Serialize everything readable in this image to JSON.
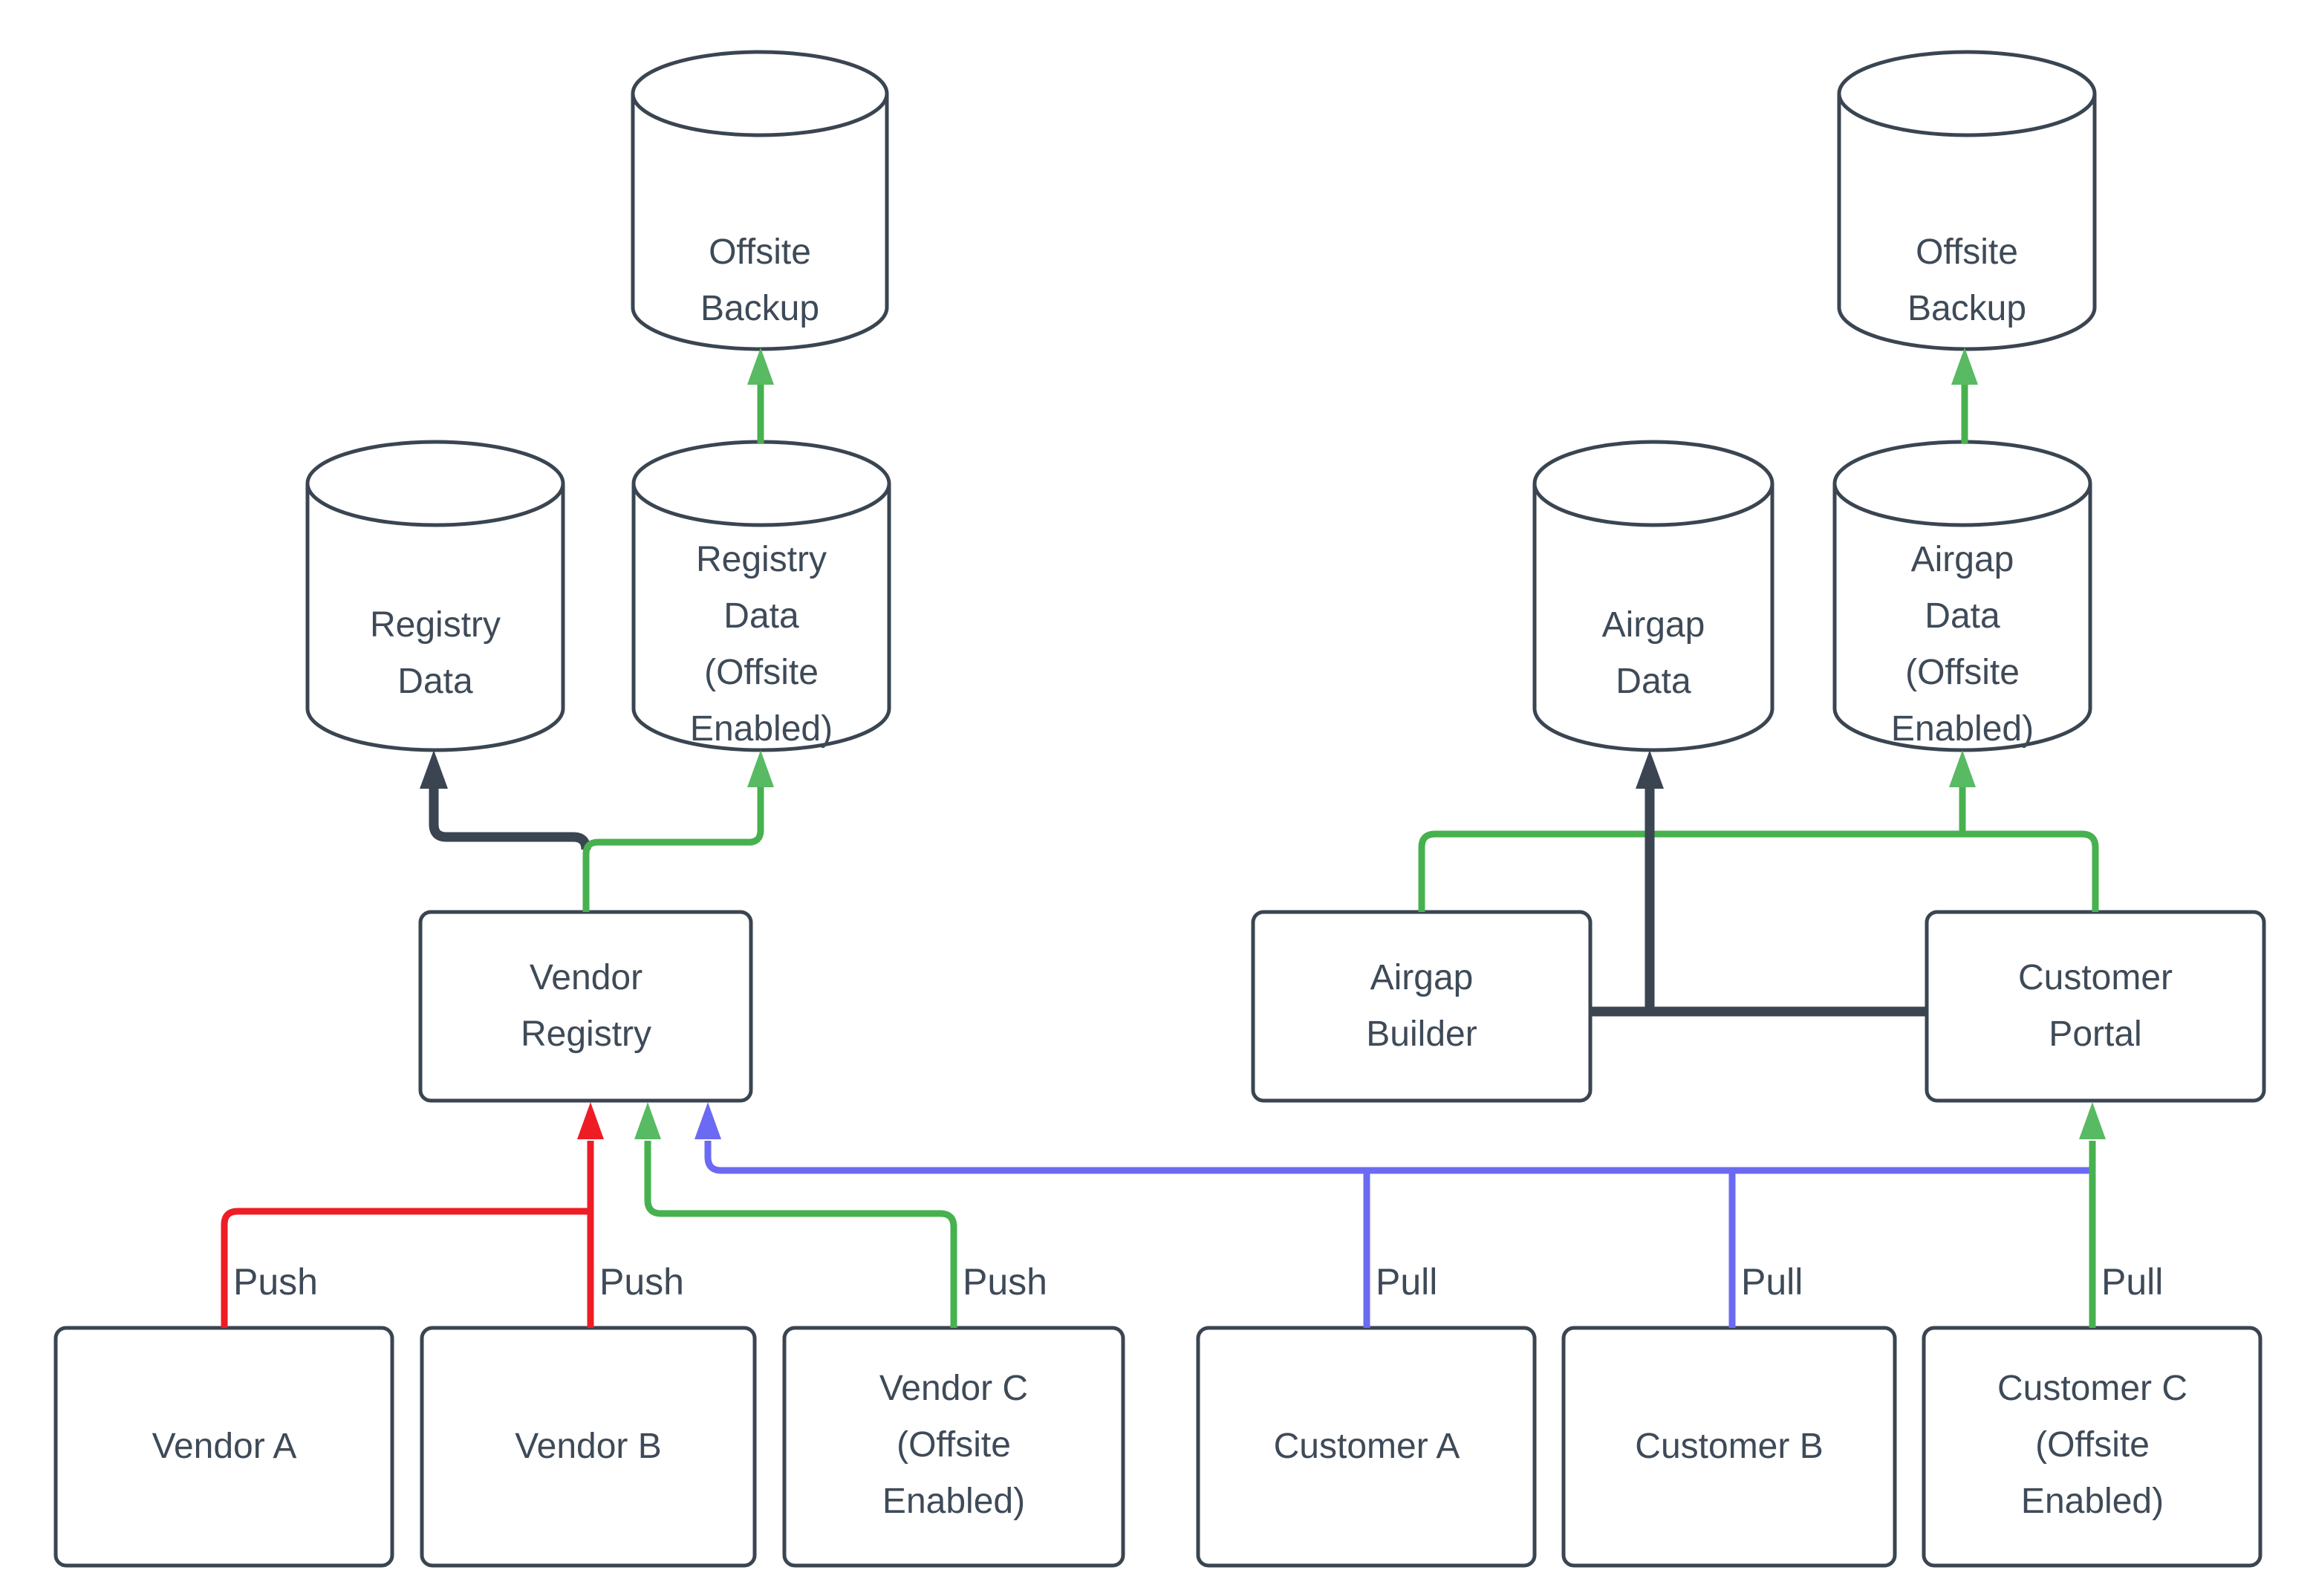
{
  "diagram": {
    "background": "#ffffff",
    "colors": {
      "node_outline": "#3a4551",
      "label_text": "#3e4a57",
      "push_red": "#ee1c25",
      "pull_blue": "#6a6af2",
      "offsite_green": "#47b14f",
      "green_arrowhead": "#58ba62",
      "dark_edge": "#3a4551"
    },
    "nodes": {
      "offsite_backup_left": {
        "type": "database",
        "label": "Offsite\nBackup"
      },
      "registry_data": {
        "type": "database",
        "label": "Registry\nData"
      },
      "registry_data_offsite": {
        "type": "database",
        "label": "Registry\nData\n(Offsite\nEnabled)"
      },
      "vendor_registry": {
        "type": "process",
        "label": "Vendor\nRegistry"
      },
      "vendor_a": {
        "type": "process",
        "label": "Vendor A"
      },
      "vendor_b": {
        "type": "process",
        "label": "Vendor B"
      },
      "vendor_c": {
        "type": "process",
        "label": "Vendor C\n(Offsite\nEnabled)"
      },
      "offsite_backup_right": {
        "type": "database",
        "label": "Offsite\nBackup"
      },
      "airgap_data": {
        "type": "database",
        "label": "Airgap\nData"
      },
      "airgap_data_offsite": {
        "type": "database",
        "label": "Airgap\nData\n(Offsite\nEnabled)"
      },
      "airgap_builder": {
        "type": "process",
        "label": "Airgap\nBuilder"
      },
      "customer_portal": {
        "type": "process",
        "label": "Customer\nPortal"
      },
      "customer_a": {
        "type": "process",
        "label": "Customer A"
      },
      "customer_b": {
        "type": "process",
        "label": "Customer B"
      },
      "customer_c": {
        "type": "process",
        "label": "Customer C\n(Offsite\nEnabled)"
      }
    },
    "edge_labels": {
      "vendor_a_push": "Push",
      "vendor_b_push": "Push",
      "vendor_c_push": "Push",
      "customer_a_pull": "Pull",
      "customer_b_pull": "Pull",
      "customer_c_pull": "Pull"
    },
    "edges": [
      {
        "from": "Vendor A",
        "to": "Vendor Registry",
        "label": "Push",
        "color": "red"
      },
      {
        "from": "Vendor B",
        "to": "Vendor Registry",
        "label": "Push",
        "color": "red"
      },
      {
        "from": "Vendor C (Offsite Enabled)",
        "to": "Vendor Registry",
        "label": "Push",
        "color": "green"
      },
      {
        "from": "Customer A",
        "to": "Vendor Registry",
        "label": "Pull",
        "color": "blue"
      },
      {
        "from": "Customer B",
        "to": "Vendor Registry",
        "label": "Pull",
        "color": "blue"
      },
      {
        "from": "Customer C (Offsite Enabled)",
        "to": "Customer Portal",
        "label": "Pull",
        "color": "green"
      },
      {
        "from": "Vendor Registry",
        "to": "Registry Data",
        "label": "",
        "color": "dark"
      },
      {
        "from": "Vendor Registry",
        "to": "Registry Data (Offsite Enabled)",
        "label": "",
        "color": "green"
      },
      {
        "from": "Registry Data (Offsite Enabled)",
        "to": "Offsite Backup",
        "label": "",
        "color": "green"
      },
      {
        "from": "Airgap Builder",
        "to": "Customer Portal",
        "label": "",
        "color": "dark"
      },
      {
        "from": "Airgap Builder",
        "to": "Airgap Data",
        "label": "",
        "color": "dark"
      },
      {
        "from": "Airgap Builder",
        "to": "Airgap Data (Offsite Enabled)",
        "label": "",
        "color": "green"
      },
      {
        "from": "Customer Portal",
        "to": "Airgap Data (Offsite Enabled)",
        "label": "",
        "color": "green"
      },
      {
        "from": "Airgap Data (Offsite Enabled)",
        "to": "Offsite Backup",
        "label": "",
        "color": "green"
      }
    ]
  }
}
